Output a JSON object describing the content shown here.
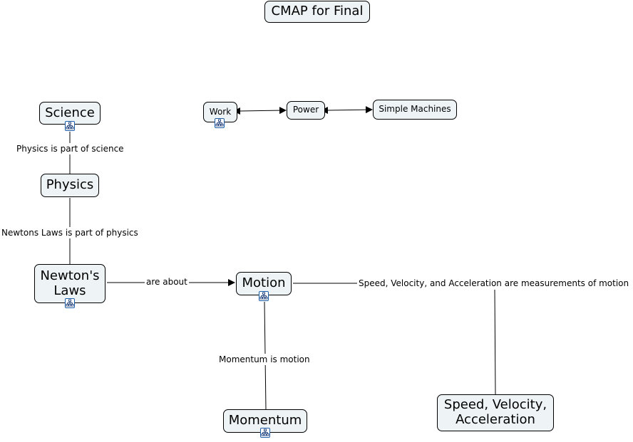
{
  "map": {
    "title": "CMAP for Final",
    "nodes": {
      "science": "Science",
      "physics": "Physics",
      "newtons_laws": "Newton's Laws",
      "motion": "Motion",
      "momentum": "Momentum",
      "speed_velocity_acceleration": "Speed, Velocity, Acceleration",
      "work": "Work",
      "power": "Power",
      "simple_machines": "Simple Machines"
    },
    "links": {
      "science_physics": "Physics is part of science",
      "physics_newton": "Newtons Laws is part of physics",
      "newton_motion": "are about",
      "motion_momentum": "Momentum is motion",
      "motion_speed": "Speed, Velocity, and Acceleration are measurements of motion"
    },
    "attachment_icon": "concept-map-attachment-icon"
  }
}
